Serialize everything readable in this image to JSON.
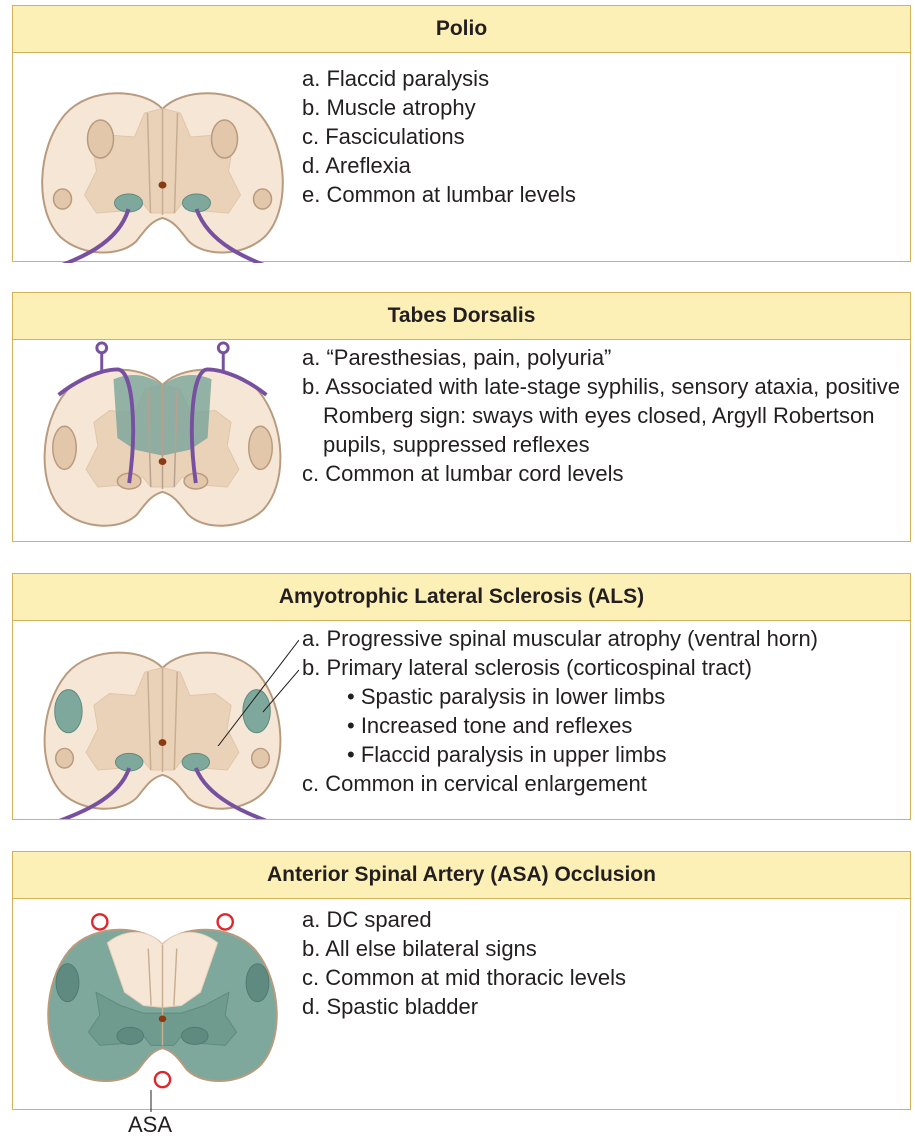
{
  "polio": {
    "title": "Polio",
    "items": [
      "a. Flaccid paralysis",
      "b. Muscle atrophy",
      "c. Fasciculations",
      "d. Areflexia",
      "e. Common at lumbar levels"
    ]
  },
  "tabes": {
    "title": "Tabes Dorsalis",
    "items": [
      "a. “Paresthesias, pain, polyuria”",
      "b. Associated with late-stage syphilis, sensory ataxia, positive Romberg sign: sways with eyes closed, Argyll Robertson pupils, suppressed reflexes",
      "c. Common at lumbar cord levels"
    ]
  },
  "als": {
    "title": "Amyotrophic Lateral Sclerosis (ALS)",
    "items": [
      "a. Progressive spinal muscular atrophy (ventral horn)",
      "b. Primary lateral sclerosis (corticospinal tract)",
      "• Spastic paralysis in lower limbs",
      "• Increased tone and reflexes",
      "• Flaccid paralysis in upper limbs",
      "c. Common in cervical enlargement"
    ]
  },
  "asa": {
    "title": "Anterior Spinal Artery (ASA) Occlusion",
    "items": [
      "a. DC spared",
      "b. All else bilateral signs",
      "c. Common at mid thoracic levels",
      "d. Spastic bladder"
    ],
    "artery_label": "ASA"
  },
  "colors": {
    "header_fill": "#fdf0b6",
    "panel_border": "#d4b25a",
    "white_matter": "#f6e6d6",
    "gray_matter": "#ead2b8",
    "cord_outline": "#b89b7e",
    "lesion": "#7fa89c",
    "nerve": "#7850a0",
    "artery": "#e0262b"
  }
}
